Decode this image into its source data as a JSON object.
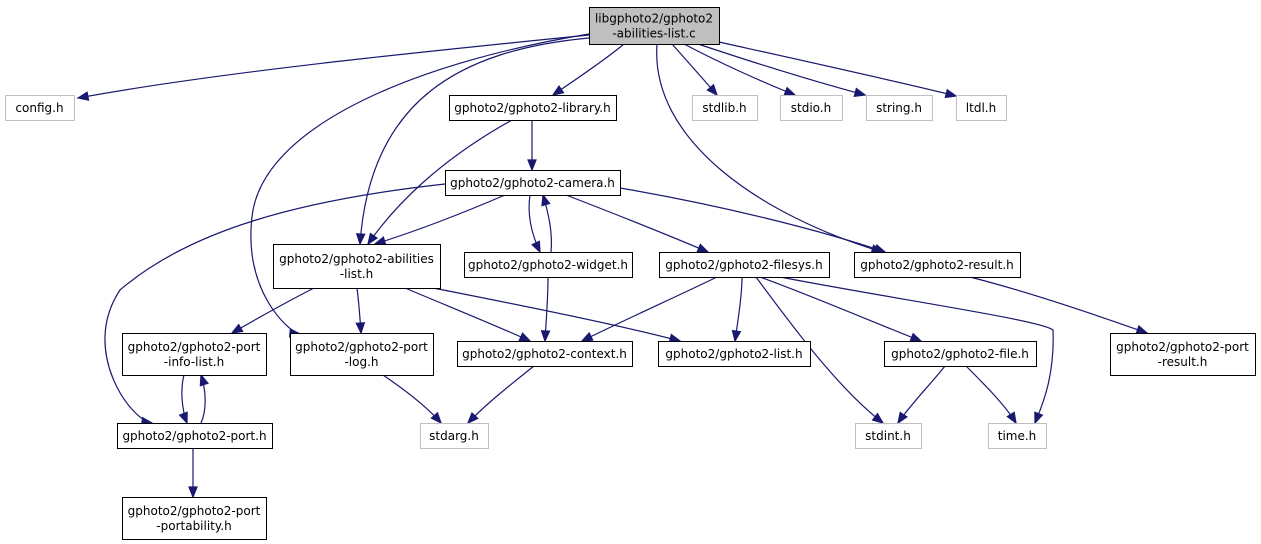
{
  "graph": {
    "colors": {
      "edge": "#191970",
      "main_fill": "#bfbfbf",
      "node_border": "#000000",
      "external_border": "#bfbfbf"
    },
    "nodes": [
      {
        "id": "main",
        "kind": "main",
        "lines": [
          "libgphoto2/gphoto2",
          "-abilities-list.c"
        ]
      },
      {
        "id": "config",
        "kind": "external",
        "lines": [
          "config.h"
        ]
      },
      {
        "id": "library",
        "kind": "header",
        "lines": [
          "gphoto2/gphoto2-library.h"
        ]
      },
      {
        "id": "stdlib",
        "kind": "external",
        "lines": [
          "stdlib.h"
        ]
      },
      {
        "id": "stdio",
        "kind": "external",
        "lines": [
          "stdio.h"
        ]
      },
      {
        "id": "string",
        "kind": "external",
        "lines": [
          "string.h"
        ]
      },
      {
        "id": "ltdl",
        "kind": "external",
        "lines": [
          "ltdl.h"
        ]
      },
      {
        "id": "camera",
        "kind": "header",
        "lines": [
          "gphoto2/gphoto2-camera.h"
        ]
      },
      {
        "id": "abilities",
        "kind": "header",
        "lines": [
          "gphoto2/gphoto2-abilities",
          "-list.h"
        ]
      },
      {
        "id": "widget",
        "kind": "header",
        "lines": [
          "gphoto2/gphoto2-widget.h"
        ]
      },
      {
        "id": "filesys",
        "kind": "header",
        "lines": [
          "gphoto2/gphoto2-filesys.h"
        ]
      },
      {
        "id": "result",
        "kind": "header",
        "lines": [
          "gphoto2/gphoto2-result.h"
        ]
      },
      {
        "id": "portinfo",
        "kind": "header",
        "lines": [
          "gphoto2/gphoto2-port",
          "-info-list.h"
        ]
      },
      {
        "id": "portlog",
        "kind": "header",
        "lines": [
          "gphoto2/gphoto2-port",
          "-log.h"
        ]
      },
      {
        "id": "context",
        "kind": "header",
        "lines": [
          "gphoto2/gphoto2-context.h"
        ]
      },
      {
        "id": "list",
        "kind": "header",
        "lines": [
          "gphoto2/gphoto2-list.h"
        ]
      },
      {
        "id": "file",
        "kind": "header",
        "lines": [
          "gphoto2/gphoto2-file.h"
        ]
      },
      {
        "id": "portresult",
        "kind": "header",
        "lines": [
          "gphoto2/gphoto2-port",
          "-result.h"
        ]
      },
      {
        "id": "port",
        "kind": "header",
        "lines": [
          "gphoto2/gphoto2-port.h"
        ]
      },
      {
        "id": "stdarg",
        "kind": "external",
        "lines": [
          "stdarg.h"
        ]
      },
      {
        "id": "stdint",
        "kind": "external",
        "lines": [
          "stdint.h"
        ]
      },
      {
        "id": "time",
        "kind": "external",
        "lines": [
          "time.h"
        ]
      },
      {
        "id": "portability",
        "kind": "header",
        "lines": [
          "gphoto2/gphoto2-port",
          "-portability.h"
        ]
      }
    ],
    "edges": [
      [
        "main",
        "config"
      ],
      [
        "main",
        "library"
      ],
      [
        "main",
        "stdlib"
      ],
      [
        "main",
        "stdio"
      ],
      [
        "main",
        "string"
      ],
      [
        "main",
        "ltdl"
      ],
      [
        "main",
        "abilities"
      ],
      [
        "main",
        "portlog"
      ],
      [
        "main",
        "result"
      ],
      [
        "library",
        "camera"
      ],
      [
        "library",
        "abilities"
      ],
      [
        "camera",
        "abilities"
      ],
      [
        "camera",
        "widget"
      ],
      [
        "camera",
        "filesys"
      ],
      [
        "camera",
        "result"
      ],
      [
        "camera",
        "port"
      ],
      [
        "widget",
        "camera"
      ],
      [
        "widget",
        "context"
      ],
      [
        "abilities",
        "portinfo"
      ],
      [
        "abilities",
        "portlog"
      ],
      [
        "abilities",
        "context"
      ],
      [
        "abilities",
        "list"
      ],
      [
        "filesys",
        "context"
      ],
      [
        "filesys",
        "list"
      ],
      [
        "filesys",
        "file"
      ],
      [
        "filesys",
        "stdint"
      ],
      [
        "filesys",
        "time"
      ],
      [
        "result",
        "portresult"
      ],
      [
        "portinfo",
        "port"
      ],
      [
        "port",
        "portinfo"
      ],
      [
        "port",
        "portability"
      ],
      [
        "portlog",
        "stdarg"
      ],
      [
        "context",
        "stdarg"
      ],
      [
        "file",
        "stdint"
      ],
      [
        "file",
        "time"
      ]
    ]
  }
}
